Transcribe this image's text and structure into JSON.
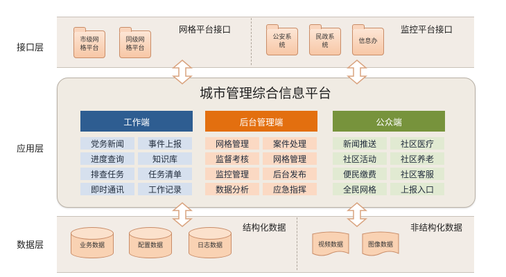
{
  "layers": {
    "interface": "接口层",
    "application": "应用层",
    "data": "数据层"
  },
  "interface": {
    "grid_title": "网格平台接口",
    "monitor_title": "监控平台接口",
    "grid_items": [
      "市级网格平台",
      "同级网格平台"
    ],
    "monitor_items": [
      "公安系统",
      "民政系统",
      "信息办"
    ]
  },
  "platform": {
    "title": "城市管理综合信息平台",
    "columns": [
      {
        "header": "工作端",
        "color": "#2e5d91",
        "cell_color": "#d6e0ee",
        "items": [
          "党务新闻",
          "事件上报",
          "进度查询",
          "知识库",
          "排查任务",
          "任务清单",
          "即时通讯",
          "工作记录"
        ]
      },
      {
        "header": "后台管理端",
        "color": "#e36f0f",
        "cell_color": "#fbd9c3",
        "items": [
          "网格管理",
          "案件处理",
          "监督考核",
          "网格管理",
          "监控管理",
          "后台发布",
          "数据分析",
          "应急指挥"
        ]
      },
      {
        "header": "公众端",
        "color": "#77933c",
        "cell_color": "#e1ead2",
        "items": [
          "新闻推送",
          "社区医疗",
          "社区活动",
          "社区养老",
          "便民缴费",
          "社区客服",
          "全民网格",
          "上报入口"
        ]
      }
    ]
  },
  "data_layer": {
    "structured_title": "结构化数据",
    "unstructured_title": "非结构化数据",
    "structured_items": [
      "业务数据",
      "配置数据",
      "日志数据"
    ],
    "unstructured_items": [
      "视频数据",
      "图像数据"
    ]
  },
  "colors": {
    "band_bg": "#f2ece6",
    "arrow_fill": "#ffffff",
    "arrow_stroke": "#d9a37f"
  }
}
